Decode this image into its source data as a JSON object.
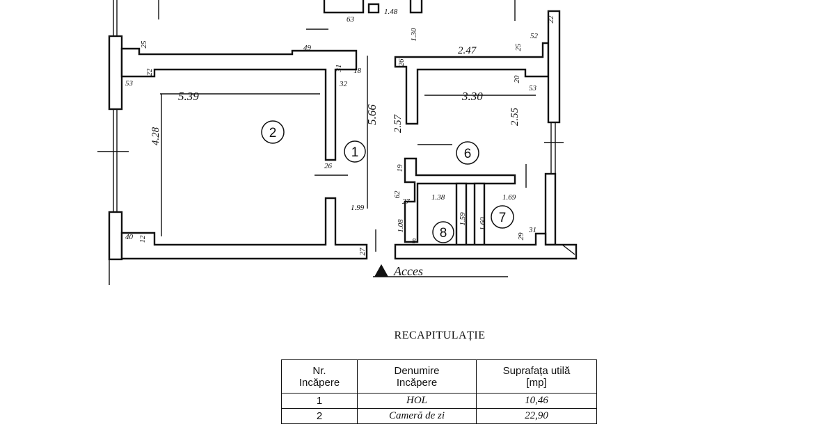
{
  "plan": {
    "rooms": [
      {
        "num": "1"
      },
      {
        "num": "2"
      },
      {
        "num": "6"
      },
      {
        "num": "7"
      },
      {
        "num": "8"
      }
    ],
    "dimensions": {
      "d_539": "5.39",
      "d_428": "4.28",
      "d_566": "5.66",
      "d_330": "3.30",
      "d_247": "2.47",
      "d_257": "2.57",
      "d_255": "2.55",
      "d_138": "1.38",
      "d_169": "1.69",
      "d_199": "1.99",
      "d_148": "1.48",
      "d_159": "1.59",
      "d_160": "1.60",
      "d_108": "1.08",
      "d_130": "1.30",
      "d_25a": "25",
      "d_22a": "22",
      "d_53a": "53",
      "d_49": "49",
      "d_31a": "31",
      "d_18": "18",
      "d_32": "32",
      "d_26a": "26",
      "d_26b": "26",
      "d_40": "40",
      "d_12": "12",
      "d_27a": "27",
      "d_63": "63",
      "d_52": "52",
      "d_22b": "22",
      "d_25b": "25",
      "d_20": "20",
      "d_53b": "53",
      "d_19": "19",
      "d_62": "62",
      "d_27b": "27",
      "d_29": "29",
      "d_31b": "31",
      "d_8": "8"
    },
    "access_label": "Acces"
  },
  "recap": {
    "title": "RECAPITULAȚIE",
    "headers": {
      "nr_line1": "Nr.",
      "nr_line2": "Incăpere",
      "name_line1": "Denumire",
      "name_line2": "Incăpere",
      "area_line1": "Suprafața utilă",
      "area_line2": "[mp]"
    },
    "rows": [
      {
        "nr": "1",
        "name": "HOL",
        "area": "10,46"
      },
      {
        "nr": "2",
        "name": "Cameră de zi",
        "area": "22,90"
      }
    ]
  }
}
